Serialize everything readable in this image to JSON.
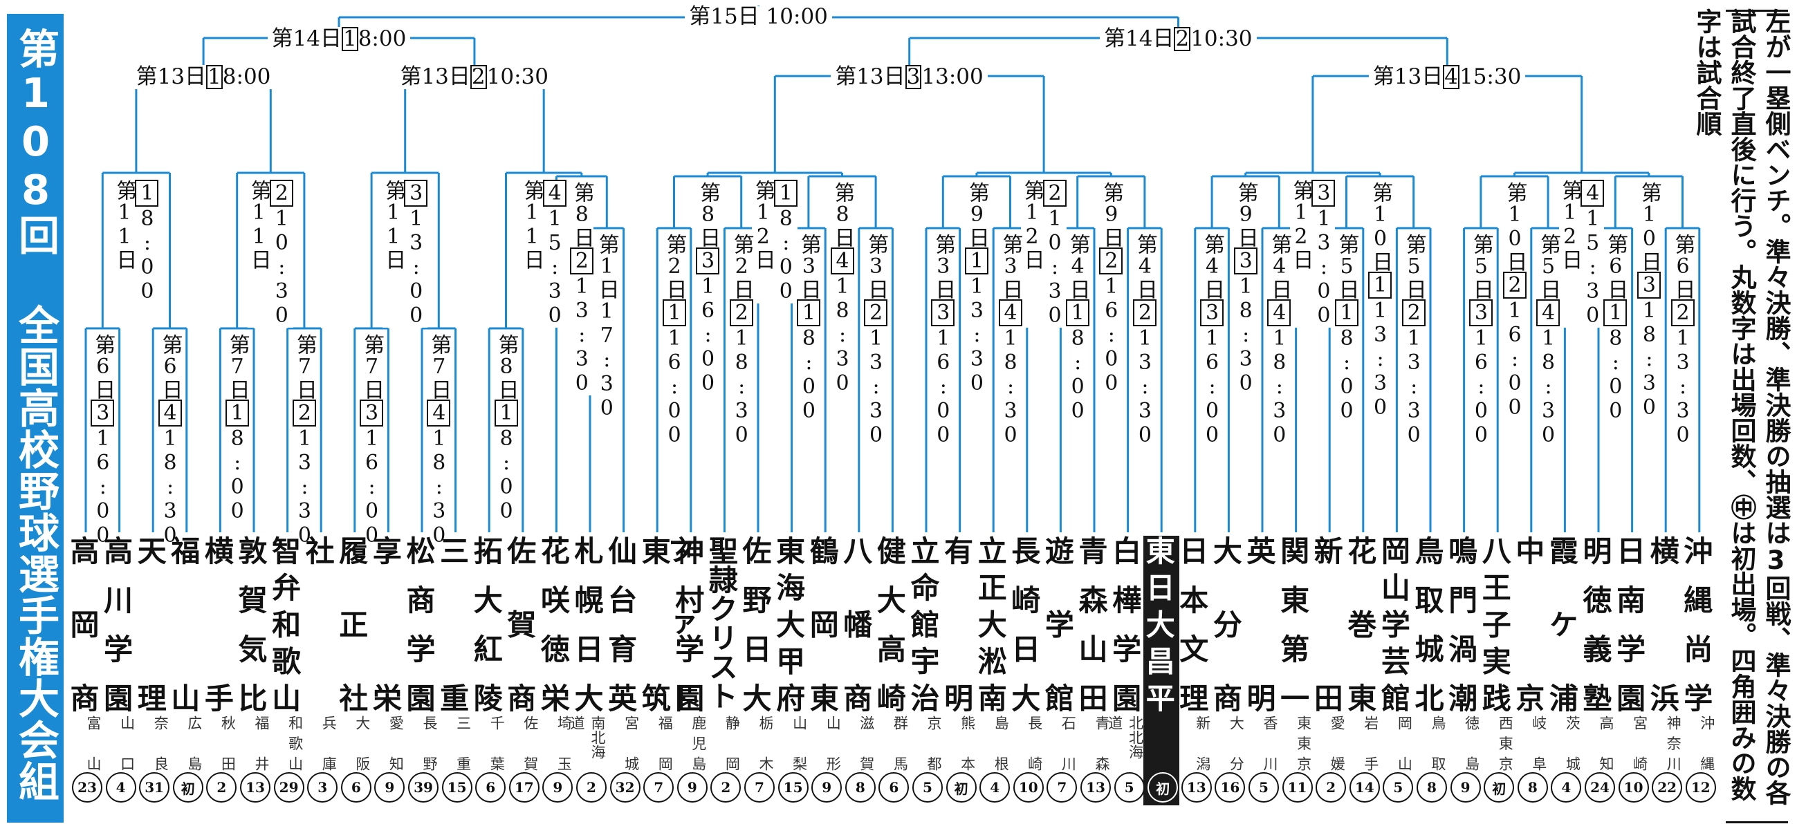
{
  "title": "第108回 全国高校野球選手権大会組み合わせ",
  "note": "左が一塁側ベンチ。準々決勝、準決勝の抽選は3回戦、準々決勝の各試合終了直後に行う。丸数字は出場回数、㊥は初出場。四角囲みの数字は試合順",
  "colors": {
    "title_bg": "#1a8ad4",
    "line": "#1a8ad4",
    "highlight": "#1a1a1a"
  },
  "final_label": "第15日 10:00",
  "semifinals": [
    {
      "day": "第14日",
      "order": "1",
      "time": "8:00"
    },
    {
      "day": "第14日",
      "order": "2",
      "time": "10:30"
    }
  ],
  "quarterfinals": [
    {
      "day": "第13日",
      "order": "1",
      "time": "8:00"
    },
    {
      "day": "第13日",
      "order": "2",
      "time": "10:30"
    },
    {
      "day": "第13日",
      "order": "3",
      "time": "13:00"
    },
    {
      "day": "第13日",
      "order": "4",
      "time": "15:30"
    }
  ],
  "round3": [
    {
      "order": "1",
      "time": "8:00",
      "day": "第11日"
    },
    {
      "order": "2",
      "time": "10:30",
      "day": "第11日"
    },
    {
      "order": "3",
      "time": "13:00",
      "day": "第11日"
    },
    {
      "order": "4",
      "time": "15:30",
      "day": "第11日"
    },
    {
      "order": "1",
      "time": "8:00",
      "day": "第12日"
    },
    {
      "order": "2",
      "time": "10:30",
      "day": "第12日"
    },
    {
      "order": "3",
      "time": "13:00",
      "day": "第12日"
    },
    {
      "order": "4",
      "time": "15:30",
      "day": "第12日"
    }
  ],
  "round2": [
    {
      "day": "第6日",
      "order": "3",
      "time": "16:00"
    },
    {
      "day": "第6日",
      "order": "4",
      "time": "18:30"
    },
    {
      "day": "第7日",
      "order": "1",
      "time": "8:00"
    },
    {
      "day": "第7日",
      "order": "2",
      "time": "13:30"
    },
    {
      "day": "第7日",
      "order": "3",
      "time": "16:00"
    },
    {
      "day": "第7日",
      "order": "4",
      "time": "18:30"
    },
    {
      "day": "第8日",
      "order": "1",
      "time": "8:00"
    },
    {
      "day": "第8日",
      "order": "2",
      "time": "13:30"
    },
    {
      "day": "第8日",
      "order": "3",
      "time": "16:00"
    },
    {
      "day": "第8日",
      "order": "4",
      "time": "18:30"
    },
    {
      "day": "第9日",
      "order": "1",
      "time": "13:30"
    },
    {
      "day": "第9日",
      "order": "2",
      "time": "16:00"
    },
    {
      "day": "第9日",
      "order": "3",
      "time": "18:30"
    },
    {
      "day": "第10日",
      "order": "1",
      "time": "13:30"
    },
    {
      "day": "第10日",
      "order": "2",
      "time": "16:00"
    },
    {
      "day": "第10日",
      "order": "3",
      "time": "18:30"
    }
  ],
  "round1": [
    {
      "day": "第1日",
      "order": "",
      "time": "17:30"
    },
    {
      "day": "第2日",
      "order": "1",
      "time": "16:00"
    },
    {
      "day": "第2日",
      "order": "2",
      "time": "18:30"
    },
    {
      "day": "第3日",
      "order": "1",
      "time": "8:00"
    },
    {
      "day": "第3日",
      "order": "2",
      "time": "13:30"
    },
    {
      "day": "第3日",
      "order": "3",
      "time": "16:00"
    },
    {
      "day": "第3日",
      "order": "4",
      "time": "18:30"
    },
    {
      "day": "第4日",
      "order": "1",
      "time": "8:00"
    },
    {
      "day": "第4日",
      "order": "2",
      "time": "13:30"
    },
    {
      "day": "第4日",
      "order": "3",
      "time": "16:00"
    },
    {
      "day": "第4日",
      "order": "4",
      "time": "18:30"
    },
    {
      "day": "第5日",
      "order": "1",
      "time": "8:00"
    },
    {
      "day": "第5日",
      "order": "2",
      "time": "13:30"
    },
    {
      "day": "第5日",
      "order": "3",
      "time": "16:00"
    },
    {
      "day": "第5日",
      "order": "4",
      "time": "18:30"
    },
    {
      "day": "第6日",
      "order": "1",
      "time": "8:00"
    },
    {
      "day": "第6日",
      "order": "2",
      "time": "13:30"
    }
  ],
  "teams": [
    {
      "name": "高岡商",
      "pref": "富山",
      "app": "23"
    },
    {
      "name": "高川学園",
      "pref": "山口",
      "app": "4"
    },
    {
      "name": "天理",
      "pref": "奈良",
      "app": "31"
    },
    {
      "name": "福山",
      "pref": "広島",
      "app": "初"
    },
    {
      "name": "横手",
      "pref": "秋田",
      "app": "2"
    },
    {
      "name": "敦賀気比",
      "pref": "福井",
      "app": "13"
    },
    {
      "name": "智弁和歌山",
      "pref": "和歌山",
      "app": "29"
    },
    {
      "name": "社",
      "pref": "兵庫",
      "app": "3"
    },
    {
      "name": "履正社",
      "pref": "大阪",
      "app": "6"
    },
    {
      "name": "享栄",
      "pref": "愛知",
      "app": "9"
    },
    {
      "name": "松商学園",
      "pref": "長野",
      "app": "39"
    },
    {
      "name": "三重",
      "pref": "三重",
      "app": "15"
    },
    {
      "name": "拓大紅陵",
      "pref": "千葉",
      "app": "6"
    },
    {
      "name": "佐賀商",
      "pref": "佐賀",
      "app": "17"
    },
    {
      "name": "花咲徳栄",
      "pref": "埼玉",
      "app": "9"
    },
    {
      "name": "札幌日大",
      "pref": "南北海道",
      "app": "2"
    },
    {
      "name": "仙台育英",
      "pref": "宮城",
      "app": "32"
    },
    {
      "name": "東筑",
      "pref": "福岡",
      "app": "7"
    },
    {
      "name": "神村学園",
      "pref": "鹿児島",
      "app": "9"
    },
    {
      "name": "聖隷クリストファー",
      "pref": "静岡",
      "app": "2"
    },
    {
      "name": "佐野日大",
      "pref": "栃木",
      "app": "7"
    },
    {
      "name": "東海大甲府",
      "pref": "山梨",
      "app": "15"
    },
    {
      "name": "鶴岡東",
      "pref": "山形",
      "app": "9"
    },
    {
      "name": "八幡商",
      "pref": "滋賀",
      "app": "8"
    },
    {
      "name": "健大高崎",
      "pref": "群馬",
      "app": "6"
    },
    {
      "name": "立命館宇治",
      "pref": "京都",
      "app": "5"
    },
    {
      "name": "有明",
      "pref": "熊本",
      "app": "初"
    },
    {
      "name": "立正大淞南",
      "pref": "島根",
      "app": "4"
    },
    {
      "name": "長崎日大",
      "pref": "長崎",
      "app": "10"
    },
    {
      "name": "遊学館",
      "pref": "石川",
      "app": "7"
    },
    {
      "name": "青森山田",
      "pref": "青森",
      "app": "13"
    },
    {
      "name": "白樺学園",
      "pref": "北北海道",
      "app": "5"
    },
    {
      "name": "東日大昌平",
      "pref": "",
      "app": "初",
      "highlight": true
    },
    {
      "name": "日本文理",
      "pref": "新潟",
      "app": "13"
    },
    {
      "name": "大分商",
      "pref": "大分",
      "app": "16"
    },
    {
      "name": "英明",
      "pref": "香川",
      "app": "5"
    },
    {
      "name": "関東第一",
      "pref": "東東京",
      "app": "11"
    },
    {
      "name": "新田",
      "pref": "愛媛",
      "app": "2"
    },
    {
      "name": "花巻東",
      "pref": "岩手",
      "app": "14"
    },
    {
      "name": "岡山学芸館",
      "pref": "岡山",
      "app": "5"
    },
    {
      "name": "鳥取城北",
      "pref": "鳥取",
      "app": "8"
    },
    {
      "name": "鳴門渦潮",
      "pref": "徳島",
      "app": "9"
    },
    {
      "name": "八王子実践",
      "pref": "西東京",
      "app": "初"
    },
    {
      "name": "中京",
      "pref": "岐阜",
      "app": "8"
    },
    {
      "name": "霞ケ浦",
      "pref": "茨城",
      "app": "4"
    },
    {
      "name": "明徳義塾",
      "pref": "高知",
      "app": "24"
    },
    {
      "name": "日南学園",
      "pref": "宮崎",
      "app": "10"
    },
    {
      "name": "横浜",
      "pref": "神奈川",
      "app": "22"
    },
    {
      "name": "沖縄尚学",
      "pref": "沖縄",
      "app": "12"
    }
  ]
}
